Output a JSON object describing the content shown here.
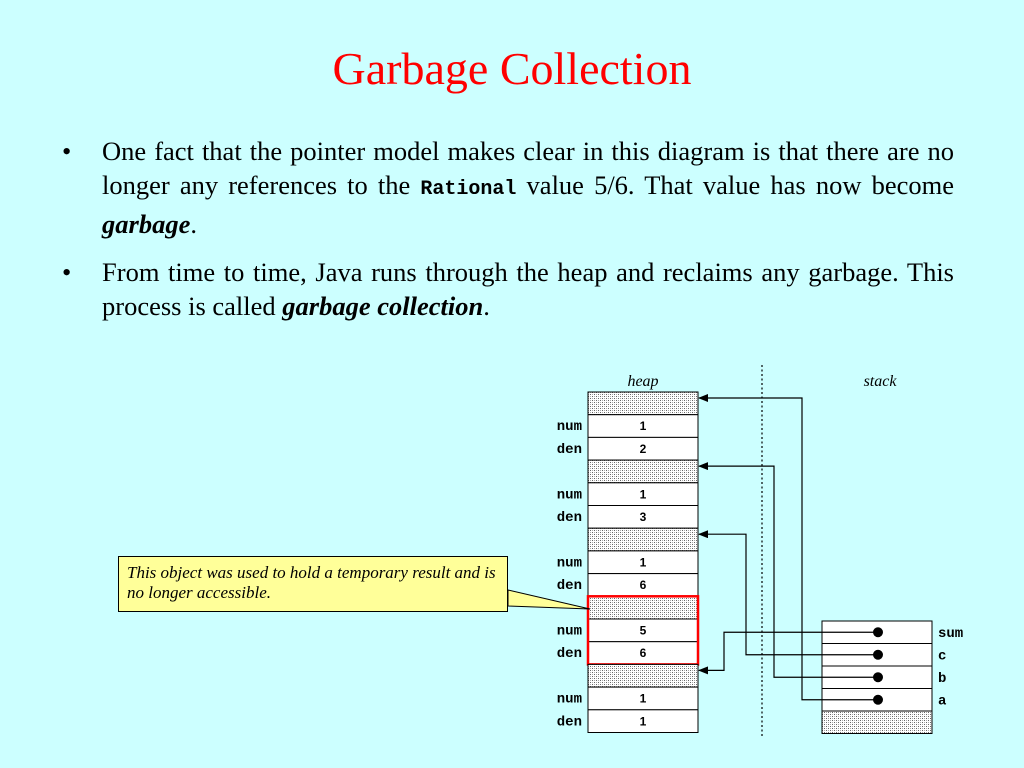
{
  "title": "Garbage Collection",
  "bullets": [
    {
      "text_before": "One fact that the pointer model makes clear in this diagram is that there are no longer any references to the ",
      "code": "Rational",
      "text_middle": " value 5/6.  That value has now become ",
      "emphasis": "garbage",
      "text_after": "."
    },
    {
      "text_before": "From time to time, Java runs through the heap and reclaims any garbage.  This process is called ",
      "emphasis": "garbage collection",
      "text_after": "."
    }
  ],
  "diagram": {
    "heap_label": "heap",
    "stack_label": "stack",
    "num_label": "num",
    "den_label": "den",
    "heap_objects": [
      {
        "num": "1",
        "den": "2",
        "garbage": false
      },
      {
        "num": "1",
        "den": "3",
        "garbage": false
      },
      {
        "num": "1",
        "den": "6",
        "garbage": false
      },
      {
        "num": "5",
        "den": "6",
        "garbage": true
      },
      {
        "num": "1",
        "den": "1",
        "garbage": false
      }
    ],
    "stack_vars": [
      "sum",
      "c",
      "b",
      "a"
    ],
    "callout": "This object was used to hold a temporary result and is no longer accessible.",
    "colors": {
      "garbage_outline": "#ff0000",
      "background": "#ccffff",
      "callout_fill": "#ffff99"
    }
  }
}
